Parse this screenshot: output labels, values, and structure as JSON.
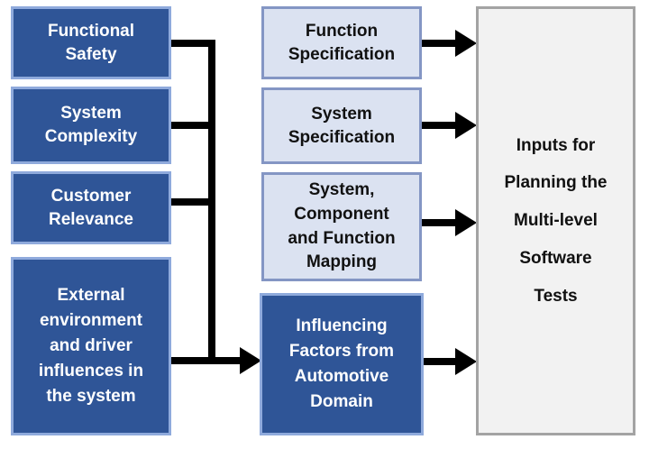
{
  "diagram": {
    "left_column": [
      {
        "label": "Functional\nSafety"
      },
      {
        "label": "System\nComplexity"
      },
      {
        "label": "Customer\nRelevance"
      },
      {
        "label": "External\nenvironment\nand driver\ninfluences in\nthe system"
      }
    ],
    "middle_column": [
      {
        "label": "Function\nSpecification"
      },
      {
        "label": "System\nSpecification"
      },
      {
        "label": "System,\nComponent\nand Function\nMapping"
      },
      {
        "label": "Influencing\nFactors from\nAutomotive\nDomain"
      }
    ],
    "output_box": {
      "label": "Inputs for\nPlanning the\nMulti-level\nSoftware\nTests"
    },
    "colors": {
      "dark_box_fill": "#2f5597",
      "dark_box_border": "#8faadc",
      "dark_box_text": "#ffffff",
      "light_box_fill": "#dbe2f1",
      "light_box_border": "#8496c4",
      "light_box_text": "#111111",
      "output_box_fill": "#f2f2f2",
      "output_box_border": "#a3a3a3",
      "connector": "#000000"
    }
  }
}
